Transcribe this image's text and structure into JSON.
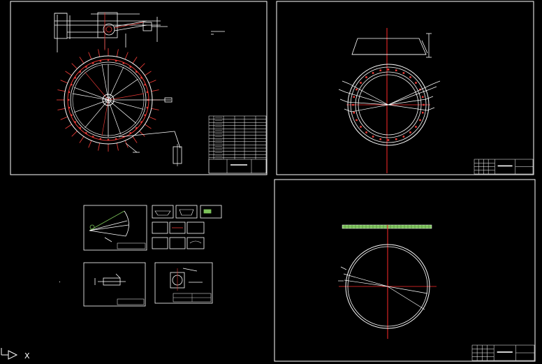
{
  "colors": {
    "background": "#000000",
    "frame": "#ffffff",
    "line": "#ffffff",
    "dimension_red": "#e53935",
    "centerline_red": "#ff2a2a",
    "highlight_green": "#7cc35a"
  },
  "ucs": {
    "x_label": "X",
    "icon": "ucs-arrow-icon"
  },
  "sheets": [
    {
      "id": "sheet-1",
      "content": "gear-wheel-assembly"
    },
    {
      "id": "sheet-2",
      "content": "ring-detail"
    },
    {
      "id": "sheet-3",
      "content": "ring-plan"
    },
    {
      "id": "sheet-4",
      "content": "detail-views"
    }
  ]
}
